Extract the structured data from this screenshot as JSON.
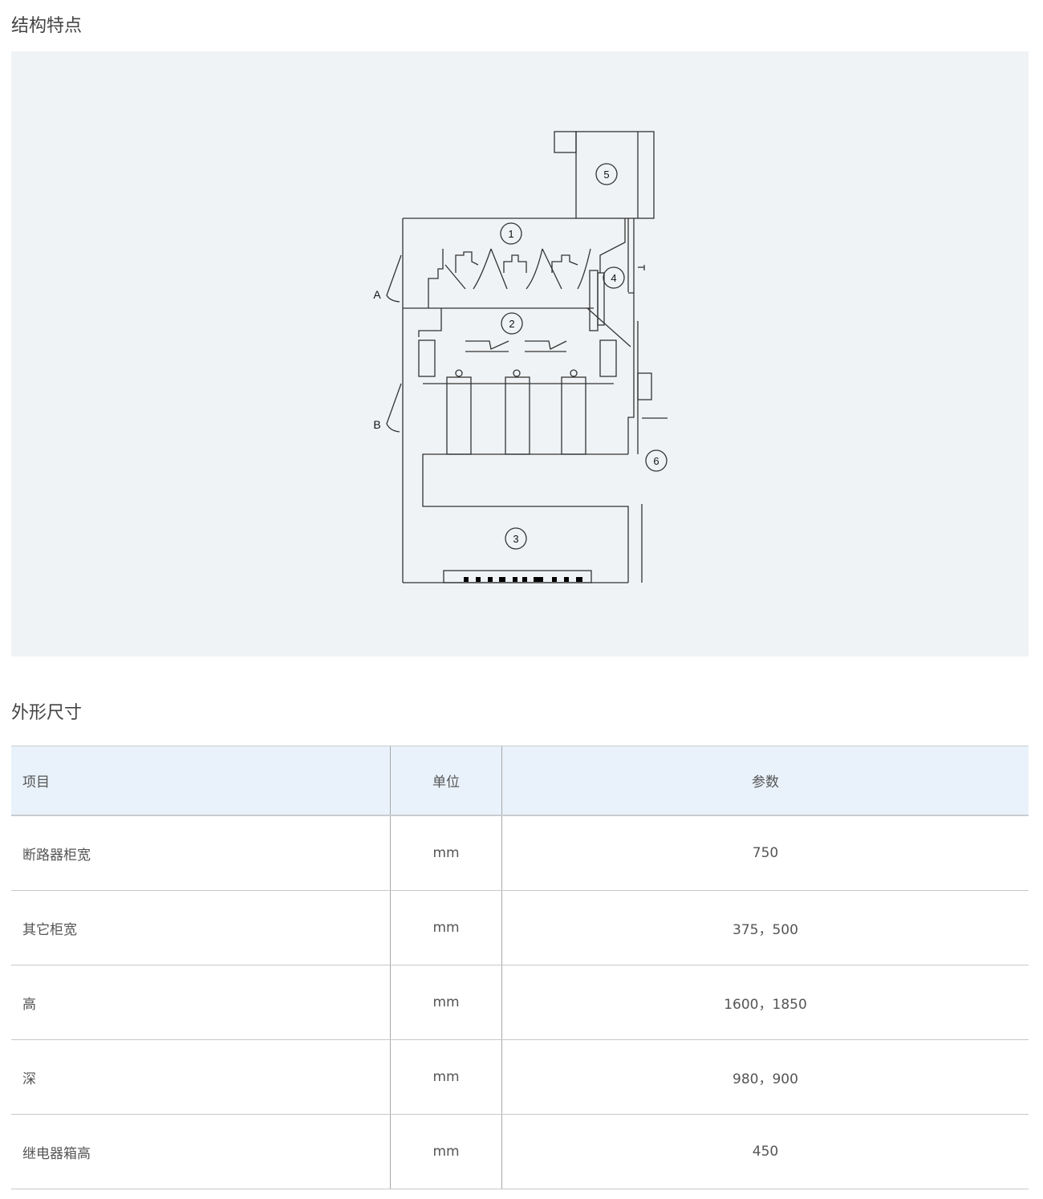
{
  "sections": {
    "structure_title": "结构特点",
    "dimensions_title": "外形尺寸"
  },
  "diagram": {
    "labels": {
      "a": "A",
      "b": "B"
    },
    "callouts": [
      "1",
      "2",
      "3",
      "4",
      "5",
      "6"
    ]
  },
  "table": {
    "headers": [
      "项目",
      "单位",
      "参数"
    ],
    "rows": [
      [
        "断路器柜宽",
        "mm",
        "750"
      ],
      [
        "其它柜宽",
        "mm",
        "375，500"
      ],
      [
        "高",
        "mm",
        "1600，1850"
      ],
      [
        "深",
        "mm",
        "980，900"
      ],
      [
        "继电器箱高",
        "mm",
        "450"
      ]
    ]
  }
}
